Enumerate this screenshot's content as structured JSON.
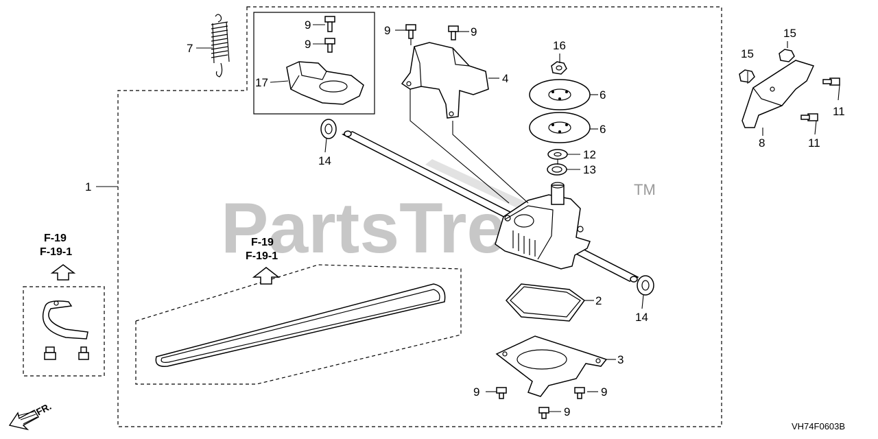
{
  "watermark": {
    "text": "PartsTree",
    "trademark": "TM"
  },
  "diagram_code": "VH74F0603B",
  "front_indicator": "FR.",
  "references": {
    "left_line1": "F-19",
    "left_line2": "F-19-1",
    "belt_line1": "F-19",
    "belt_line2": "F-19-1"
  },
  "callouts": {
    "c1": "1",
    "c2": "2",
    "c3": "3",
    "c4": "4",
    "c6a": "6",
    "c6b": "6",
    "c7": "7",
    "c8": "8",
    "c9a": "9",
    "c9b": "9",
    "c9c": "9",
    "c9d": "9",
    "c9e": "9",
    "c9f": "9",
    "c9g": "9",
    "c11a": "11",
    "c11b": "11",
    "c12": "12",
    "c13": "13",
    "c14a": "14",
    "c14b": "14",
    "c15a": "15",
    "c15b": "15",
    "c16": "16",
    "c17": "17"
  }
}
